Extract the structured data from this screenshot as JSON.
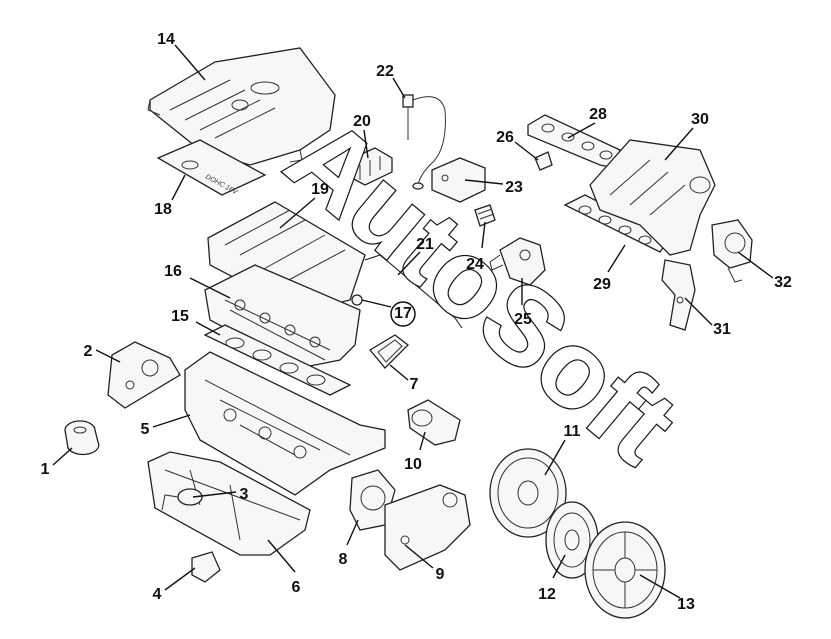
{
  "diagram": {
    "callouts": [
      "1",
      "2",
      "3",
      "4",
      "5",
      "6",
      "7",
      "8",
      "9",
      "10",
      "11",
      "12",
      "13",
      "14",
      "15",
      "16",
      "17",
      "18",
      "19",
      "20",
      "21",
      "22",
      "23",
      "24",
      "25",
      "26",
      "28",
      "29",
      "30",
      "31",
      "32"
    ],
    "watermark": "AutoSoft",
    "plate_text": "DOHC 16V"
  }
}
